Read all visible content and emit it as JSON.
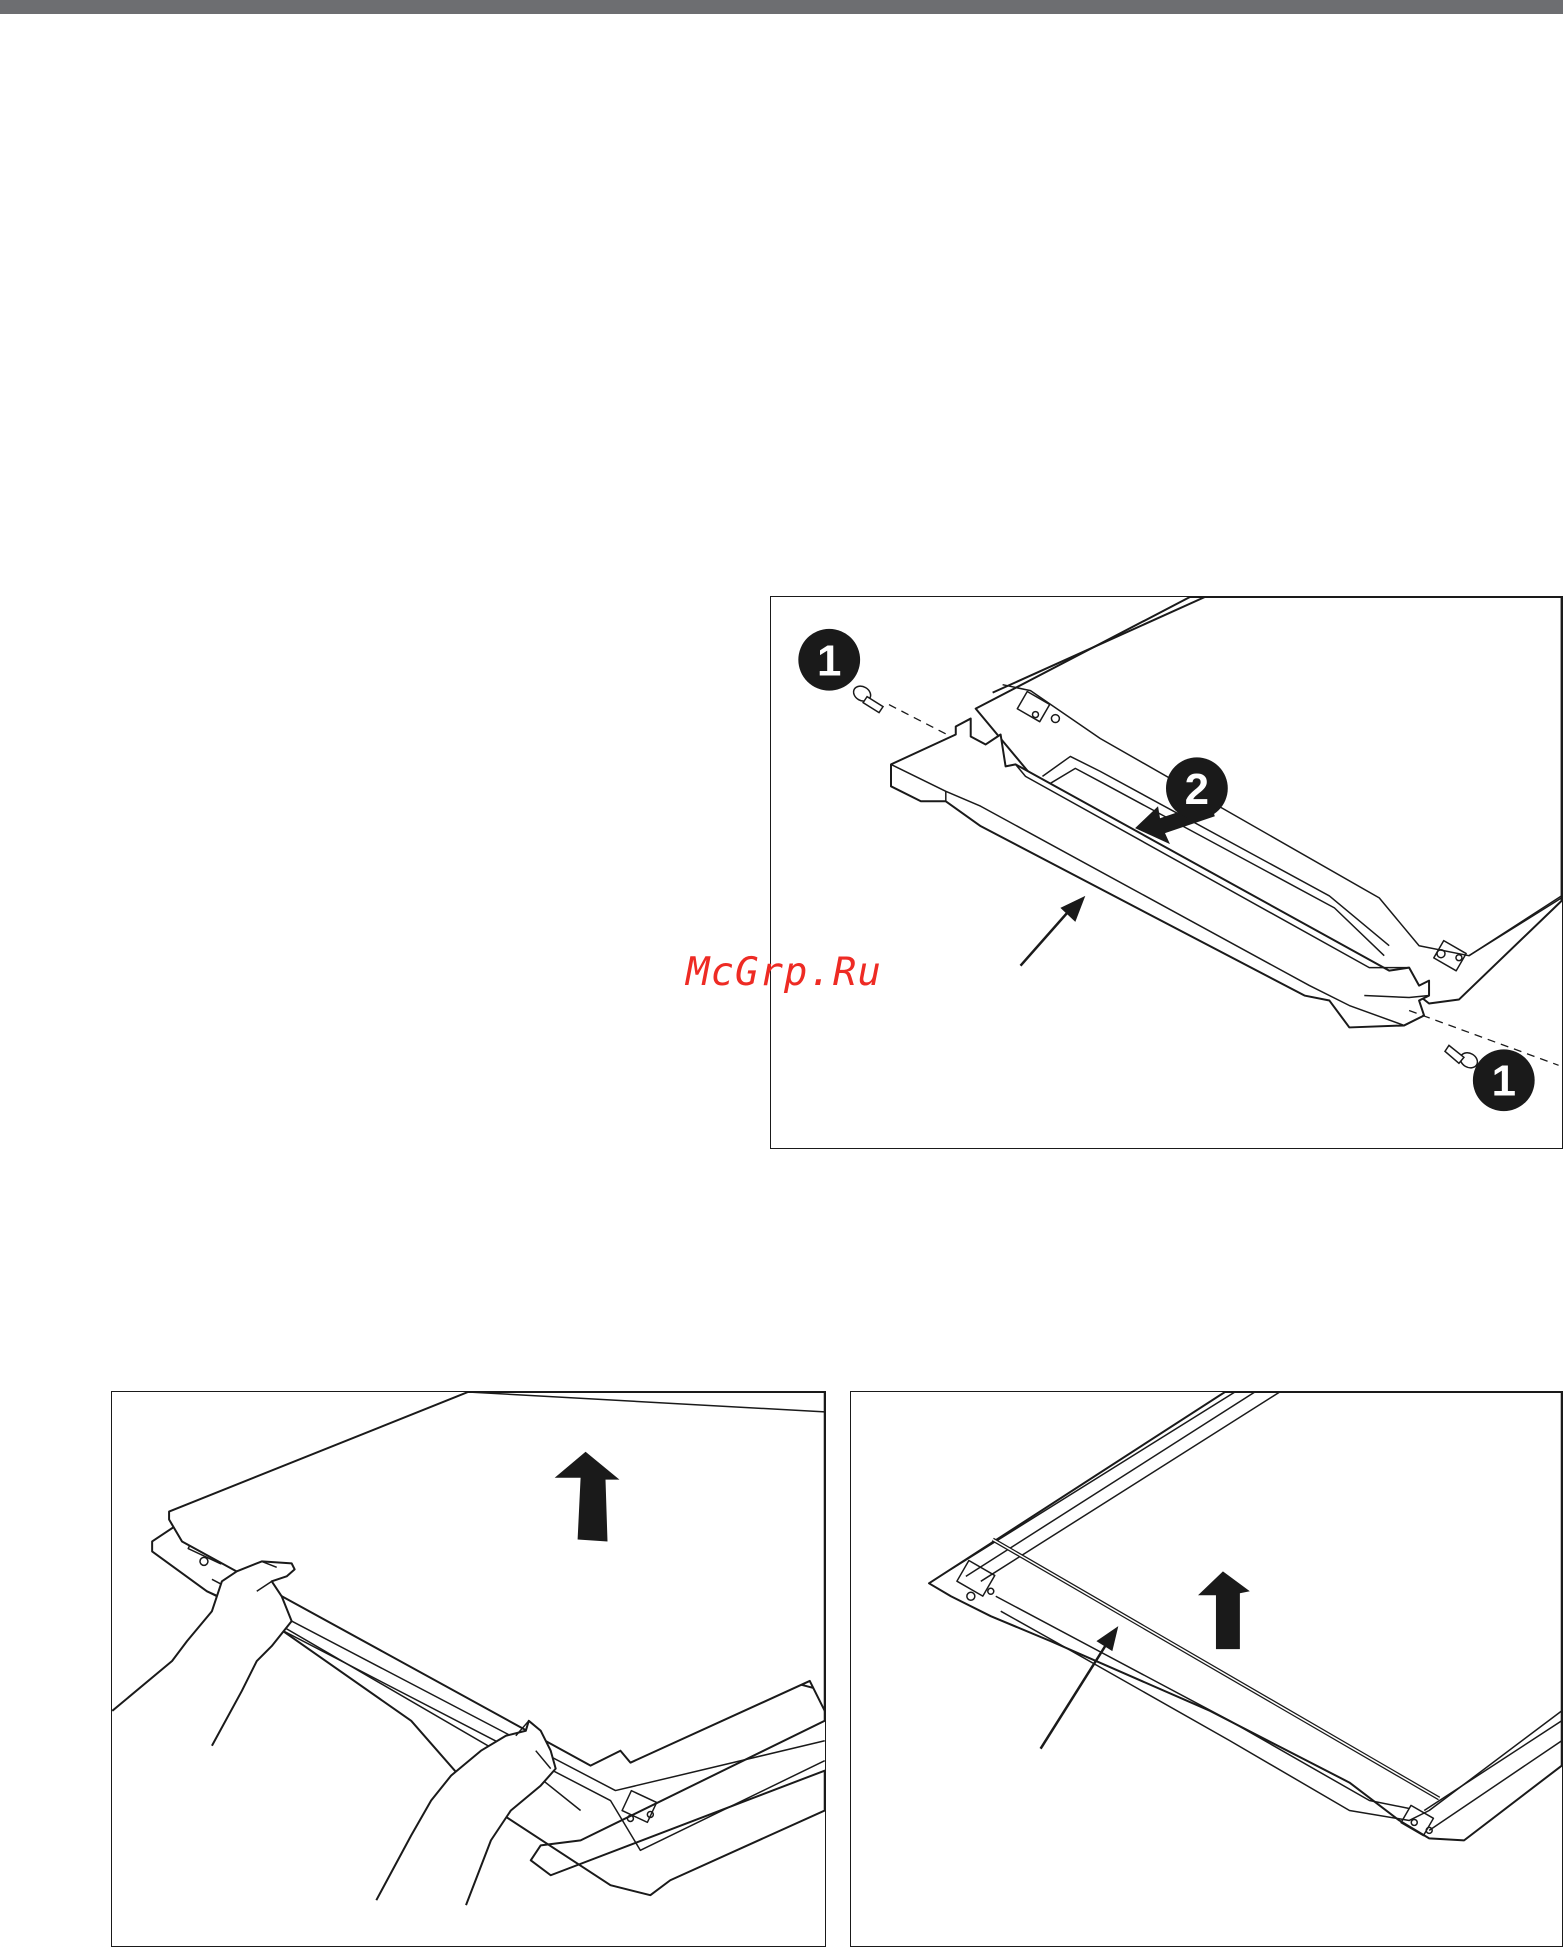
{
  "watermark": "McGrp.Ru",
  "figure1": {
    "step_badges": [
      "1",
      "2",
      "1"
    ],
    "icons": [
      "screw-icon",
      "screw-icon",
      "direction-arrow-icon",
      "pointer-arrow-icon"
    ]
  },
  "figure2": {
    "icons": [
      "up-arrow-icon",
      "hand-icon",
      "hand-icon"
    ]
  },
  "figure3": {
    "icons": [
      "up-arrow-icon",
      "pointer-arrow-icon"
    ]
  },
  "colors": {
    "header_bar": "#6d6e71",
    "line_art": "#1a1a1a",
    "watermark": "#ee2b24"
  }
}
